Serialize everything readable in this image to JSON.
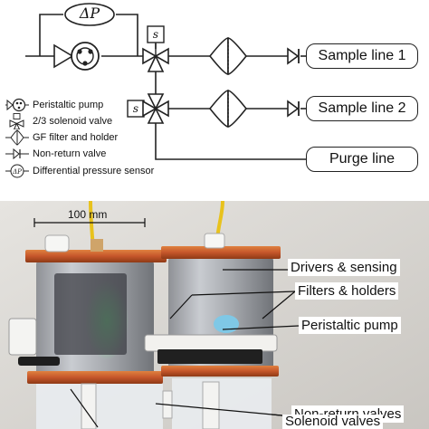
{
  "schematic": {
    "dp_label": "ΔP",
    "solenoid_symbol": "s",
    "lines": [
      "Sample line 1",
      "Sample line 2",
      "Purge line"
    ]
  },
  "legend": [
    {
      "icon": "peristaltic-pump-icon",
      "text": "Peristaltic pump"
    },
    {
      "icon": "solenoid-valve-icon",
      "text": "2/3 solenoid valve"
    },
    {
      "icon": "filter-holder-icon",
      "text": "GF filter and holder"
    },
    {
      "icon": "non-return-valve-icon",
      "text": "Non-return valve"
    },
    {
      "icon": "pressure-sensor-icon",
      "text": "Differential pressure sensor"
    }
  ],
  "photo": {
    "scale_label": "100 mm",
    "callouts": [
      {
        "text": "Drivers & sensing"
      },
      {
        "text": "Filters & holders"
      },
      {
        "text": "Peristaltic pump"
      },
      {
        "text": "Non-return valves"
      },
      {
        "text": "Solenoid valves"
      }
    ]
  },
  "colors": {
    "line": "#222222",
    "bracket": "#c5562a",
    "tube": "#e8c21c",
    "photo_bg": "#d8d6d2"
  }
}
